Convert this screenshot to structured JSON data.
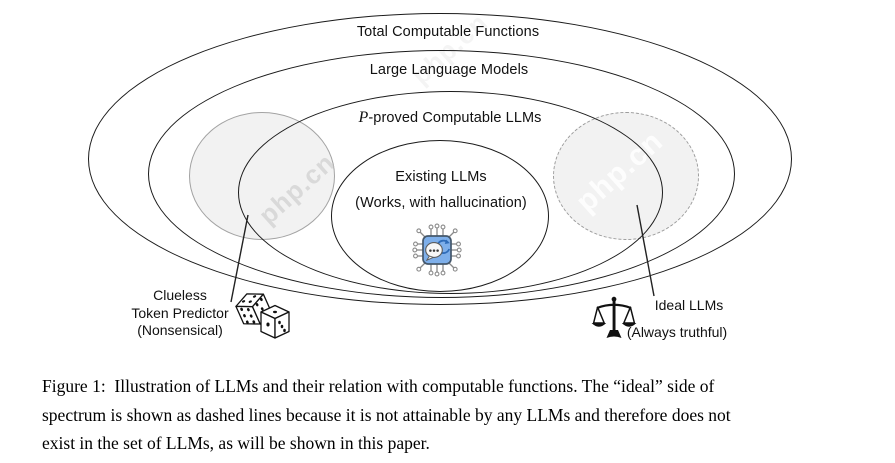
{
  "figure": {
    "sets": {
      "total": "Total Computable Functions",
      "llm": "Large Language Models",
      "pproved_p": "P",
      "pproved_rest": "-proved Computable LLMs",
      "existing": "Existing LLMs",
      "existing_sub": "(Works, with hallucination)"
    },
    "left_annotation": {
      "line1": "Clueless",
      "line2": "Token Predictor",
      "line3": "(Nonsensical)"
    },
    "right_annotation": {
      "line1": "Ideal LLMs",
      "line2": "(Always truthful)"
    },
    "watermark": "php.cn",
    "colors": {
      "stroke": "#1b1b1b",
      "highlight_fill": "#f2f2f2",
      "dashed_border": "#9b9b9b",
      "chip_blue": "#7eafea"
    }
  },
  "caption": {
    "lines": [
      "Figure 1:  Illustration of LLMs and their relation with computable functions. The “ideal” side of",
      "spectrum is shown as dashed lines because it is not attainable by any LLMs and therefore does not",
      "exist in the set of LLMs, as will be shown in this paper."
    ]
  }
}
